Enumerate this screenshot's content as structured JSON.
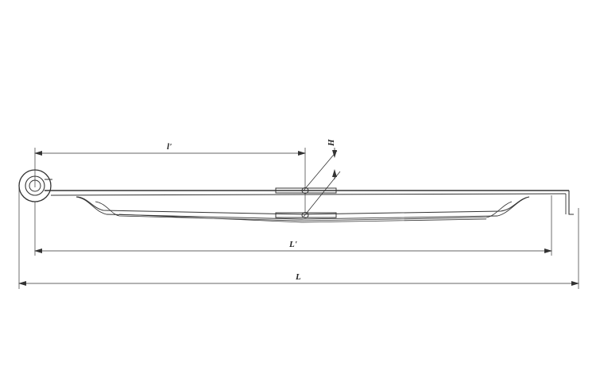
{
  "dimensions": {
    "l_prime": "l'",
    "L_prime": "L'",
    "L": "L",
    "H": "H"
  },
  "colors": {
    "stroke": "#333333",
    "background": "#ffffff"
  }
}
